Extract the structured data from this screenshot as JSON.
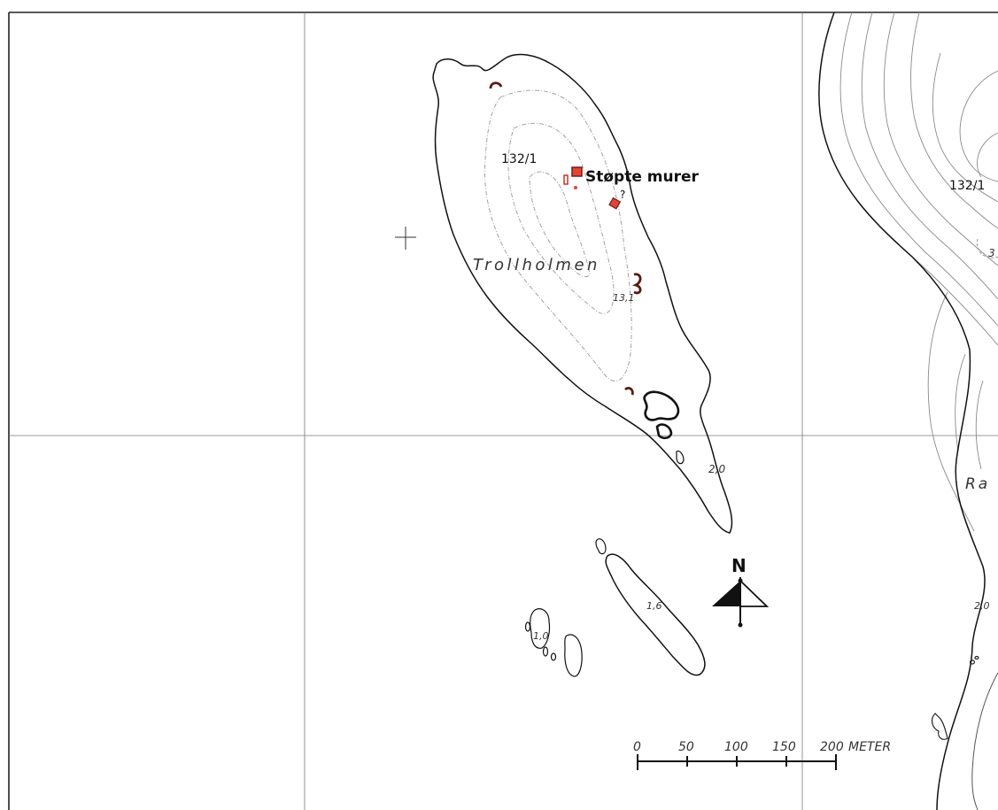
{
  "map": {
    "parcel_left": "132/1",
    "parcel_right": "132/1",
    "feature_label": "Støpte murer",
    "question_mark": "?",
    "island_name": "Trollholmen",
    "elevation_summit": "13,1",
    "elevation_south": "2,0",
    "elevation_islet": "1,6",
    "elevation_small": "1,0",
    "elevation_east": "2,0",
    "right_partial_label": "Ra",
    "right_partial_digit": "3",
    "north_label": "N",
    "scale": {
      "ticks": [
        "0",
        "50",
        "100",
        "150",
        "200"
      ],
      "unit": "METER"
    },
    "colors": {
      "ink": "#111111",
      "contour": "#8a8a8a",
      "grid": "#555555",
      "site_marker": "#e0453a",
      "site_outline": "#7a1a10"
    }
  }
}
